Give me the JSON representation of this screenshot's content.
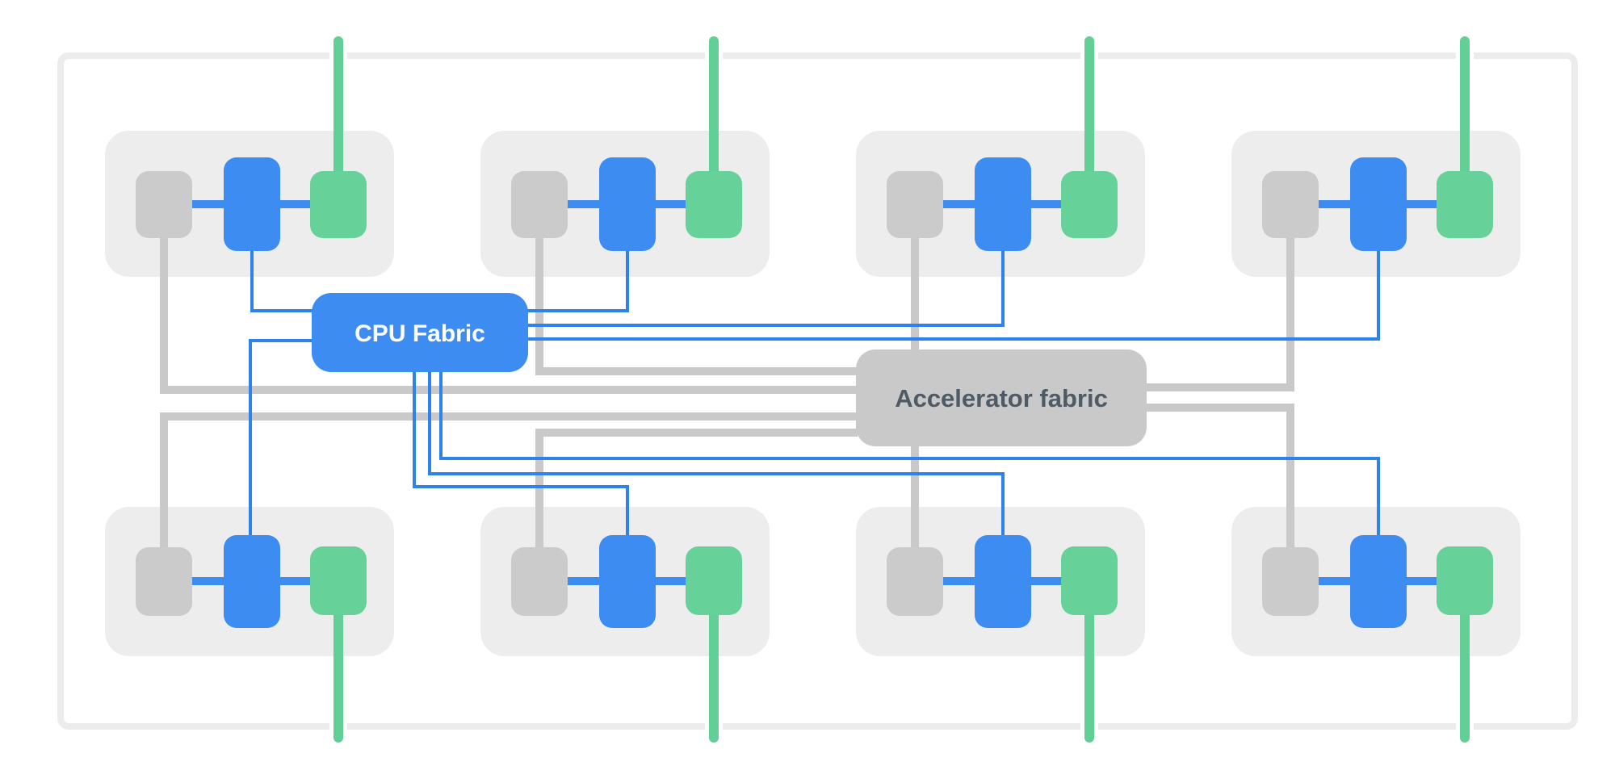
{
  "fabrics": {
    "cpu": {
      "label": "CPU Fabric"
    },
    "accelerator": {
      "label": "Accelerator fabric"
    }
  },
  "colors": {
    "background": "#ffffff",
    "enclosure_border": "#ececec",
    "node_group_background": "#ededed",
    "accelerator_module": "#cbcbcb",
    "cpu_module": "#3d8cf2",
    "network_module": "#66d199",
    "cpu_link": "#2e82ec",
    "accelerator_link": "#c9c9c9",
    "network_link": "#62d096",
    "cpu_fabric_box": "#3d8cf2",
    "cpu_fabric_text": "#ffffff",
    "accelerator_fabric_box": "#c9c9c9",
    "accelerator_fabric_text": "#4e5a66"
  },
  "structure": {
    "node_groups": 8,
    "modules_per_group": 3
  }
}
